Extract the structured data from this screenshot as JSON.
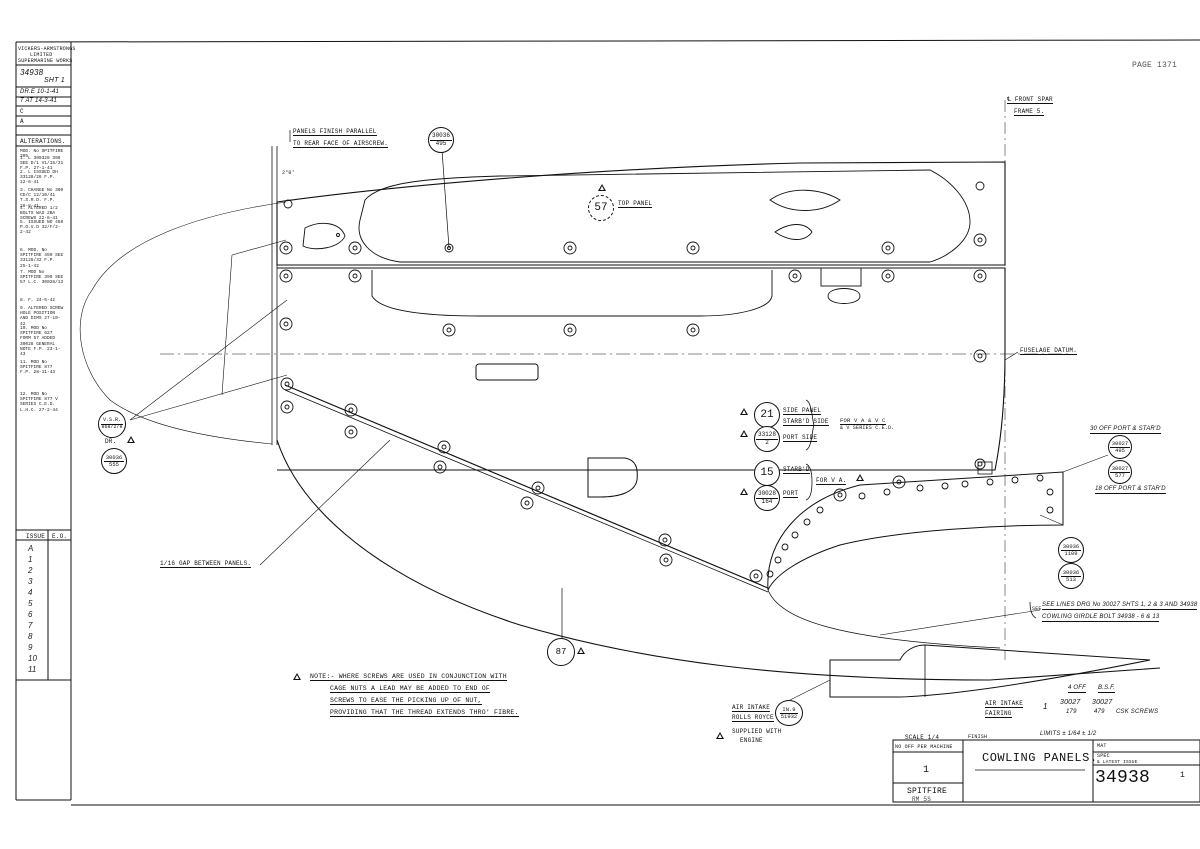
{
  "page_ref": "PAGE 1371",
  "titleblock": {
    "company": [
      "VICKERS-ARMSTRONGS",
      "LIMITED",
      "SUPERMARINE WORKS"
    ],
    "drawing_no": "34938",
    "sheet": "SHT 1",
    "drawn": "DR.E 10-1-41",
    "traced": "T AT 14-3-41",
    "checked": "C",
    "approved": "A",
    "alterations_label": "ALTERATIONS.",
    "issue_label": "ISSUE",
    "issue_date_label": "E.O.",
    "issues": [
      "A",
      "1",
      "2",
      "3",
      "4",
      "5",
      "6",
      "7",
      "8",
      "9",
      "10",
      "11"
    ]
  },
  "alterations": [
    "MOD. No SPITFIRE 395",
    "1. L 300328 399 SEE D/1 V1/15/31 F.P. 27-1-41",
    "2. L ISSUED DH 33128/26 F.P. 12-6-41",
    "3. CHANGE No 300 CD/C 12/10/41 T.S.R.D. F.P. 28-8-41",
    "4. ALTERED 1/2 BOLTS WAS 2BA SCREWS 22-8-41",
    "5. ISSUED NO 450 P.O.V.D 32/F/2-2-42",
    "6. MOD. No SPITFIRE 450 SEE 33128/32 F.P. 25-1-42",
    "7. MOD No SPITFIRE 399 SEE 57 L.C. 30028/13",
    "8. F. 24-5-42",
    "9. ALTERED SCREW HOLE POSITION AND DIMS 27-10-42",
    "10. MOD No SPITFIRE 627 FORM 57 ADDED 30028 GENERAL NOTE F.P. 23-1-43",
    "11. MOD No SPITFIRE 877 F.P. 28-11-43",
    "12. MOD No SPITFIRE 877 V SERIES C.E.D. L.H.C. 27-2-44"
  ],
  "labels": {
    "panels_finish": "PANELS FINISH PARALLEL",
    "rear_face": "TO REAR FACE OF AIRSCREW.",
    "angle": "2°0'",
    "front_spar": "℄ FRONT SPAR",
    "frame": "FRAME 5.",
    "top_panel": "TOP PANEL",
    "fuselage_datum": "FUSELAGE DATUM.",
    "side_panel": "SIDE PANEL",
    "stbd_side": "STARB'D SIDE",
    "port_side": "PORT SIDE",
    "for_va": "FOR V A & V C",
    "v_series": "& V SERIES C.E.D.",
    "starb": "STARB'D",
    "port": "PORT",
    "for_va_short": "FOR V A.",
    "gap": "1/16 GAP BETWEEN PANELS.",
    "off_port_stbd_30": "30 OFF PORT & STAR'D",
    "off_port_stbd_18": "18 OFF PORT & STAR'D",
    "dr": "DR.",
    "ref_main": "SEE LINES DRG No 30027 SHTS 1, 2 & 3 AND 34938",
    "ref_cowl": "COWLING GIRDLE BOLT 34938 - 6 & 13",
    "see": "SEE",
    "note_lines": [
      "NOTE:- WHERE SCREWS ARE USED IN CONJUNCTION WITH",
      "CAGE NUTS A LEAD MAY BE ADDED TO END OF",
      "SCREWS TO EASE THE PICKING UP OF NUT,",
      "PROVIDING THAT THE THREAD EXTENDS THRO' FIBRE."
    ],
    "air_intake": "AIR INTAKE",
    "rolls_royce": "ROLLS ROYCE",
    "supplied_with": "SUPPLIED WITH",
    "engine": "ENGINE",
    "air_intake_fairing": "AIR INTAKE",
    "fairing": "FAIRING",
    "fairing_qty": "1",
    "fairing_ref": "30027",
    "fairing_ref2": "30027",
    "fairing_ref_no": "179",
    "fairing_ref_no2": "479",
    "fairing_csk": "CSK SCREWS",
    "four_off": "4 OFF",
    "bsf": "B.S.F.",
    "scale": "SCALE 1/4",
    "finish": "FINISH",
    "limits": "LIMITS ± 1/64 ± 1/2",
    "no_off": "No OFF PER MACHINE",
    "no_off_value": "1",
    "title": "COWLING PANELS.",
    "aircraft": "SPITFIRE",
    "engine_mark": "RM 5S",
    "mat": "MAT",
    "spec": "SPEC",
    "spec_latest": "& LATEST ISSUE",
    "drawing_no_big": "34938",
    "sheet_big": "1"
  },
  "callouts": {
    "c_30036_495": [
      "30036",
      "495"
    ],
    "c_57": "57",
    "c_21": "21",
    "c_33128": [
      "33128",
      "2"
    ],
    "c_15": "15",
    "c_30028": [
      "30028",
      "164"
    ],
    "c_30027_495": [
      "30027",
      "495"
    ],
    "c_30027_577": [
      "30027",
      "577"
    ],
    "c_30036_1109": [
      "30036",
      "1109"
    ],
    "c_30036_513": [
      "30036",
      "513"
    ],
    "c_87": "87",
    "c_vsr": [
      "V.S.R.",
      "868/2/8"
    ],
    "c_30036_555": [
      "30036",
      "555"
    ],
    "c_inp": [
      "IN.9",
      "51932"
    ]
  }
}
